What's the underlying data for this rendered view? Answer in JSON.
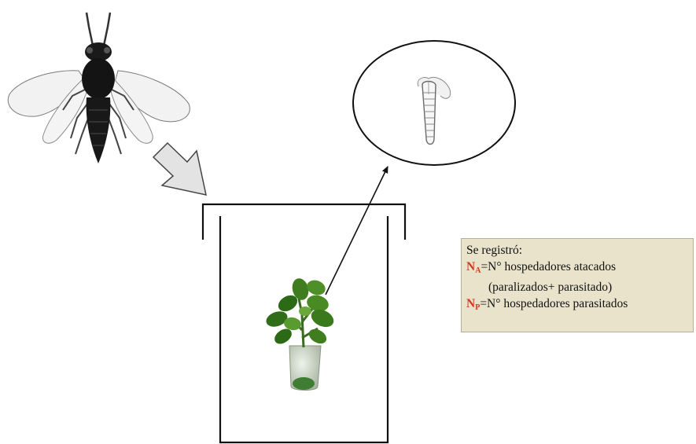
{
  "legend": {
    "heading": "Se registró:",
    "line_a": {
      "symbol": "N",
      "subscript": "A",
      "text": "=N° hospedadores atacados"
    },
    "line_a_cont": "(paralizados+ parasitado)",
    "line_p": {
      "symbol": "N",
      "subscript": "P",
      "text": "=N° hospedadores parasitados"
    }
  },
  "colors": {
    "symbol_color": "#d03a1f",
    "legend_background": "#e9e3cc",
    "outline": "#111111",
    "arrow_fill": "#e3e3e3",
    "leaf_dark": "#2d6a16",
    "leaf_light": "#5a9b2f"
  },
  "icons": {
    "wasp": "wasp-illustration",
    "arrow": "block-arrow-down-right",
    "container": "open-cage-container",
    "plant": "potted-plant",
    "larva": "parasitized-larva",
    "magnifier": "zoom-ellipse"
  }
}
